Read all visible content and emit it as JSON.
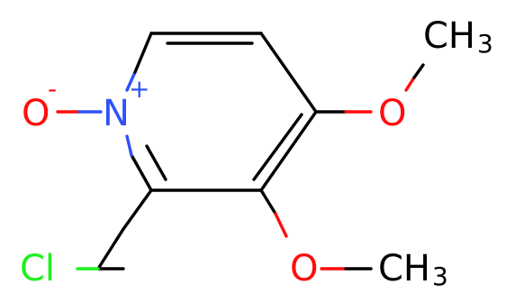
{
  "molecule": {
    "colors": {
      "carbon_bond": "#000000",
      "oxygen": "#ff0d0d",
      "nitrogen": "#3050f8",
      "chlorine": "#1ff01f",
      "text": "#000000"
    },
    "atoms": {
      "oxide_o": {
        "symbol": "O",
        "charge": "-"
      },
      "ring_n": {
        "symbol": "N",
        "charge": "+"
      },
      "methoxy4_o": {
        "symbol": "O"
      },
      "methoxy4_ch3": {
        "symbol": "CH",
        "subscript": "3"
      },
      "methoxy3_o": {
        "symbol": "O"
      },
      "methoxy3_ch3": {
        "symbol": "CH",
        "subscript": "3"
      },
      "chlorine": {
        "symbol": "Cl"
      }
    }
  }
}
